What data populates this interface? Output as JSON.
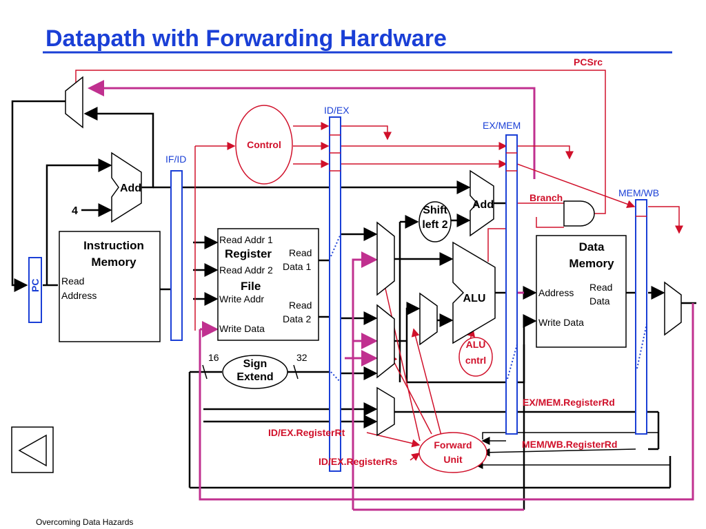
{
  "title": "Datapath with Forwarding Hardware",
  "footer": "Overcoming Data Hazards",
  "colors": {
    "title": "#1a3fd6",
    "pipeline_register": "#1a3fd6",
    "control": "#d0102a",
    "forwarding": "#c0308f",
    "datapath": "#000000"
  },
  "pipeline_registers": {
    "if_id": "IF/ID",
    "id_ex": "ID/EX",
    "ex_mem": "EX/MEM",
    "mem_wb": "MEM/WB"
  },
  "pc": "PC",
  "add_top": "Add",
  "add_branch": "Add",
  "constant_four": "4",
  "instruction_memory": {
    "title_line1": "Instruction",
    "title_line2": "Memory",
    "port_line1": "Read",
    "port_line2": "Address"
  },
  "register_file": {
    "title_line1": "Register",
    "title_line2": "File",
    "read_addr1": "Read Addr 1",
    "read_addr2": "Read Addr 2",
    "write_addr": "Write Addr",
    "write_data": "Write Data",
    "read_data1_line1": "Read",
    "read_data1_line2": "Data 1",
    "read_data2_line1": "Read",
    "read_data2_line2": "Data 2"
  },
  "control": "Control",
  "sign_extend": {
    "line1": "Sign",
    "line2": "Extend",
    "in_width": "16",
    "out_width": "32"
  },
  "shift_left": {
    "line1": "Shift",
    "line2": "left 2"
  },
  "alu": "ALU",
  "alu_control": {
    "line1": "ALU",
    "line2": "cntrl"
  },
  "data_memory": {
    "title_line1": "Data",
    "title_line2": "Memory",
    "address": "Address",
    "read_data_line1": "Read",
    "read_data_line2": "Data",
    "write_data": "Write Data"
  },
  "branch": "Branch",
  "pcsrc": "PCSrc",
  "forward_unit": {
    "line1": "Forward",
    "line2": "Unit"
  },
  "signals": {
    "ex_mem_rd": "EX/MEM.RegisterRd",
    "mem_wb_rd": "MEM/WB.RegisterRd",
    "id_ex_rt": "ID/EX.RegisterRt",
    "id_ex_rs": "ID/EX.RegisterRs"
  }
}
